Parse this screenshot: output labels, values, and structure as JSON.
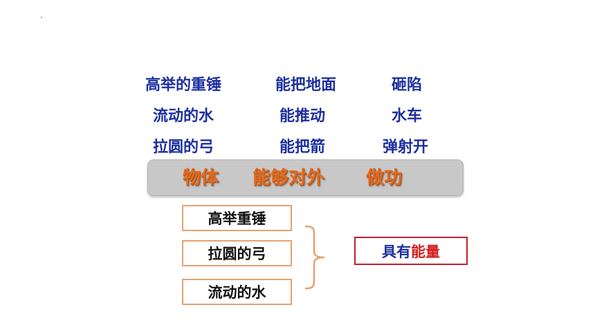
{
  "grid": {
    "rows": [
      [
        "高举的重锤",
        "能把地面",
        "砸陷"
      ],
      [
        "流动的水",
        "能推动",
        "水车"
      ],
      [
        "拉圆的弓",
        "能把箭",
        "弹射开"
      ]
    ]
  },
  "banner": {
    "words": [
      "物体",
      "能够对外",
      "做功"
    ]
  },
  "examples": {
    "items": [
      "高举重锤",
      "拉圆的弓",
      "流动的水"
    ]
  },
  "result": {
    "prefix": "具有",
    "highlight": "能量"
  },
  "colors": {
    "grid_text": "#1d2f9e",
    "banner_text": "#e26b1f",
    "box_border": "#e6a070",
    "result_border": "#c0202a",
    "result_highlight": "#d41e1e"
  }
}
